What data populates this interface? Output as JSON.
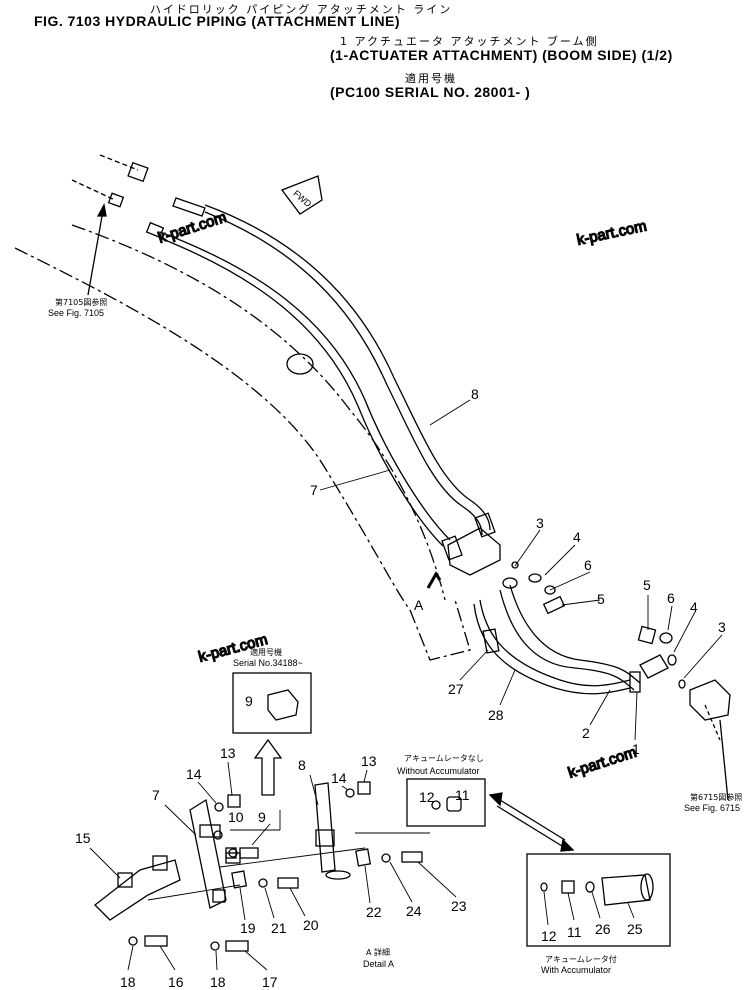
{
  "header": {
    "jp_line1": "ハイドロリック パイピング アタッチメント ライン",
    "fig_title": "FIG. 7103  HYDRAULIC PIPING (ATTACHMENT LINE)",
    "jp_line2": "1 アクチュエータ アタッチメント ブーム側",
    "subtitle": "(1-ACTUATER ATTACHMENT) (BOOM SIDE) (1/2)",
    "jp_line3": "適用号機",
    "serial": "(PC100 SERIAL NO. 28001- )"
  },
  "fwd_label": "FWD",
  "watermark": "k-part.com",
  "refs": {
    "fig7105_jp": "第7105図参照",
    "fig7105": "See Fig. 7105",
    "fig6715_jp": "第6715図参照",
    "fig6715": "See Fig. 6715"
  },
  "detail": {
    "marker": "A",
    "serial_jp": "適用号機",
    "serial": "Serial No.34188~",
    "without_jp": "アキュームレータなし",
    "without": "Without Accumulator",
    "with_jp": "アキュームレータ付",
    "with": "With Accumulator",
    "detail_jp": "A 詳細",
    "detail_label": "Detail A"
  },
  "callouts": {
    "c1": "1",
    "c2": "2",
    "c3a": "3",
    "c3b": "3",
    "c4a": "4",
    "c4b": "4",
    "c5a": "5",
    "c5b": "5",
    "c6a": "6",
    "c6b": "6",
    "c7": "7",
    "c8": "8",
    "c27": "27",
    "c28": "28",
    "d9a": "9",
    "d9b": "9",
    "d10": "10",
    "d11a": "11",
    "d11b": "11",
    "d12a": "12",
    "d12b": "12",
    "d13a": "13",
    "d13b": "13",
    "d14a": "14",
    "d14b": "14",
    "d15": "15",
    "d16": "16",
    "d17": "17",
    "d18a": "18",
    "d18b": "18",
    "d19": "19",
    "d20": "20",
    "d21": "21",
    "d22": "22",
    "d23": "23",
    "d24": "24",
    "d25": "25",
    "d26": "26",
    "d7": "7",
    "d8": "8"
  }
}
